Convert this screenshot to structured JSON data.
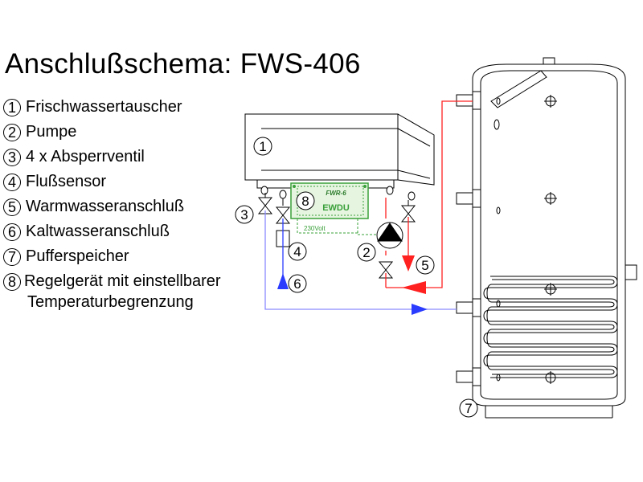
{
  "title": "Anschlußschema: FWS-406",
  "legend": [
    {
      "num": "1",
      "text": "Frischwassertauscher"
    },
    {
      "num": "2",
      "text": "Pumpe"
    },
    {
      "num": "3",
      "text": "4 x Absperrventil"
    },
    {
      "num": "4",
      "text": "Flußsensor"
    },
    {
      "num": "5",
      "text": "Warmwasseranschluß"
    },
    {
      "num": "6",
      "text": "Kaltwasseranschluß"
    },
    {
      "num": "7",
      "text": "Pufferspeicher"
    },
    {
      "num": "8",
      "text": "Regelgerät mit einstellbarer",
      "text2": "Temperaturbegrenzung"
    }
  ],
  "controller": {
    "model": "FWR-6",
    "brand": "EWDU",
    "voltage": "230Volt"
  },
  "callouts": {
    "exchanger": "1",
    "pump": "2",
    "valves": "3",
    "sensor": "4",
    "warm_water": "5",
    "cold_water": "6",
    "buffer_tank": "7",
    "controller": "8"
  },
  "colors": {
    "hot_line": "#ff2020",
    "cold_line": "#2b3cff",
    "cold_return": "#8a8aff",
    "controller_green": "#3aa03a"
  }
}
